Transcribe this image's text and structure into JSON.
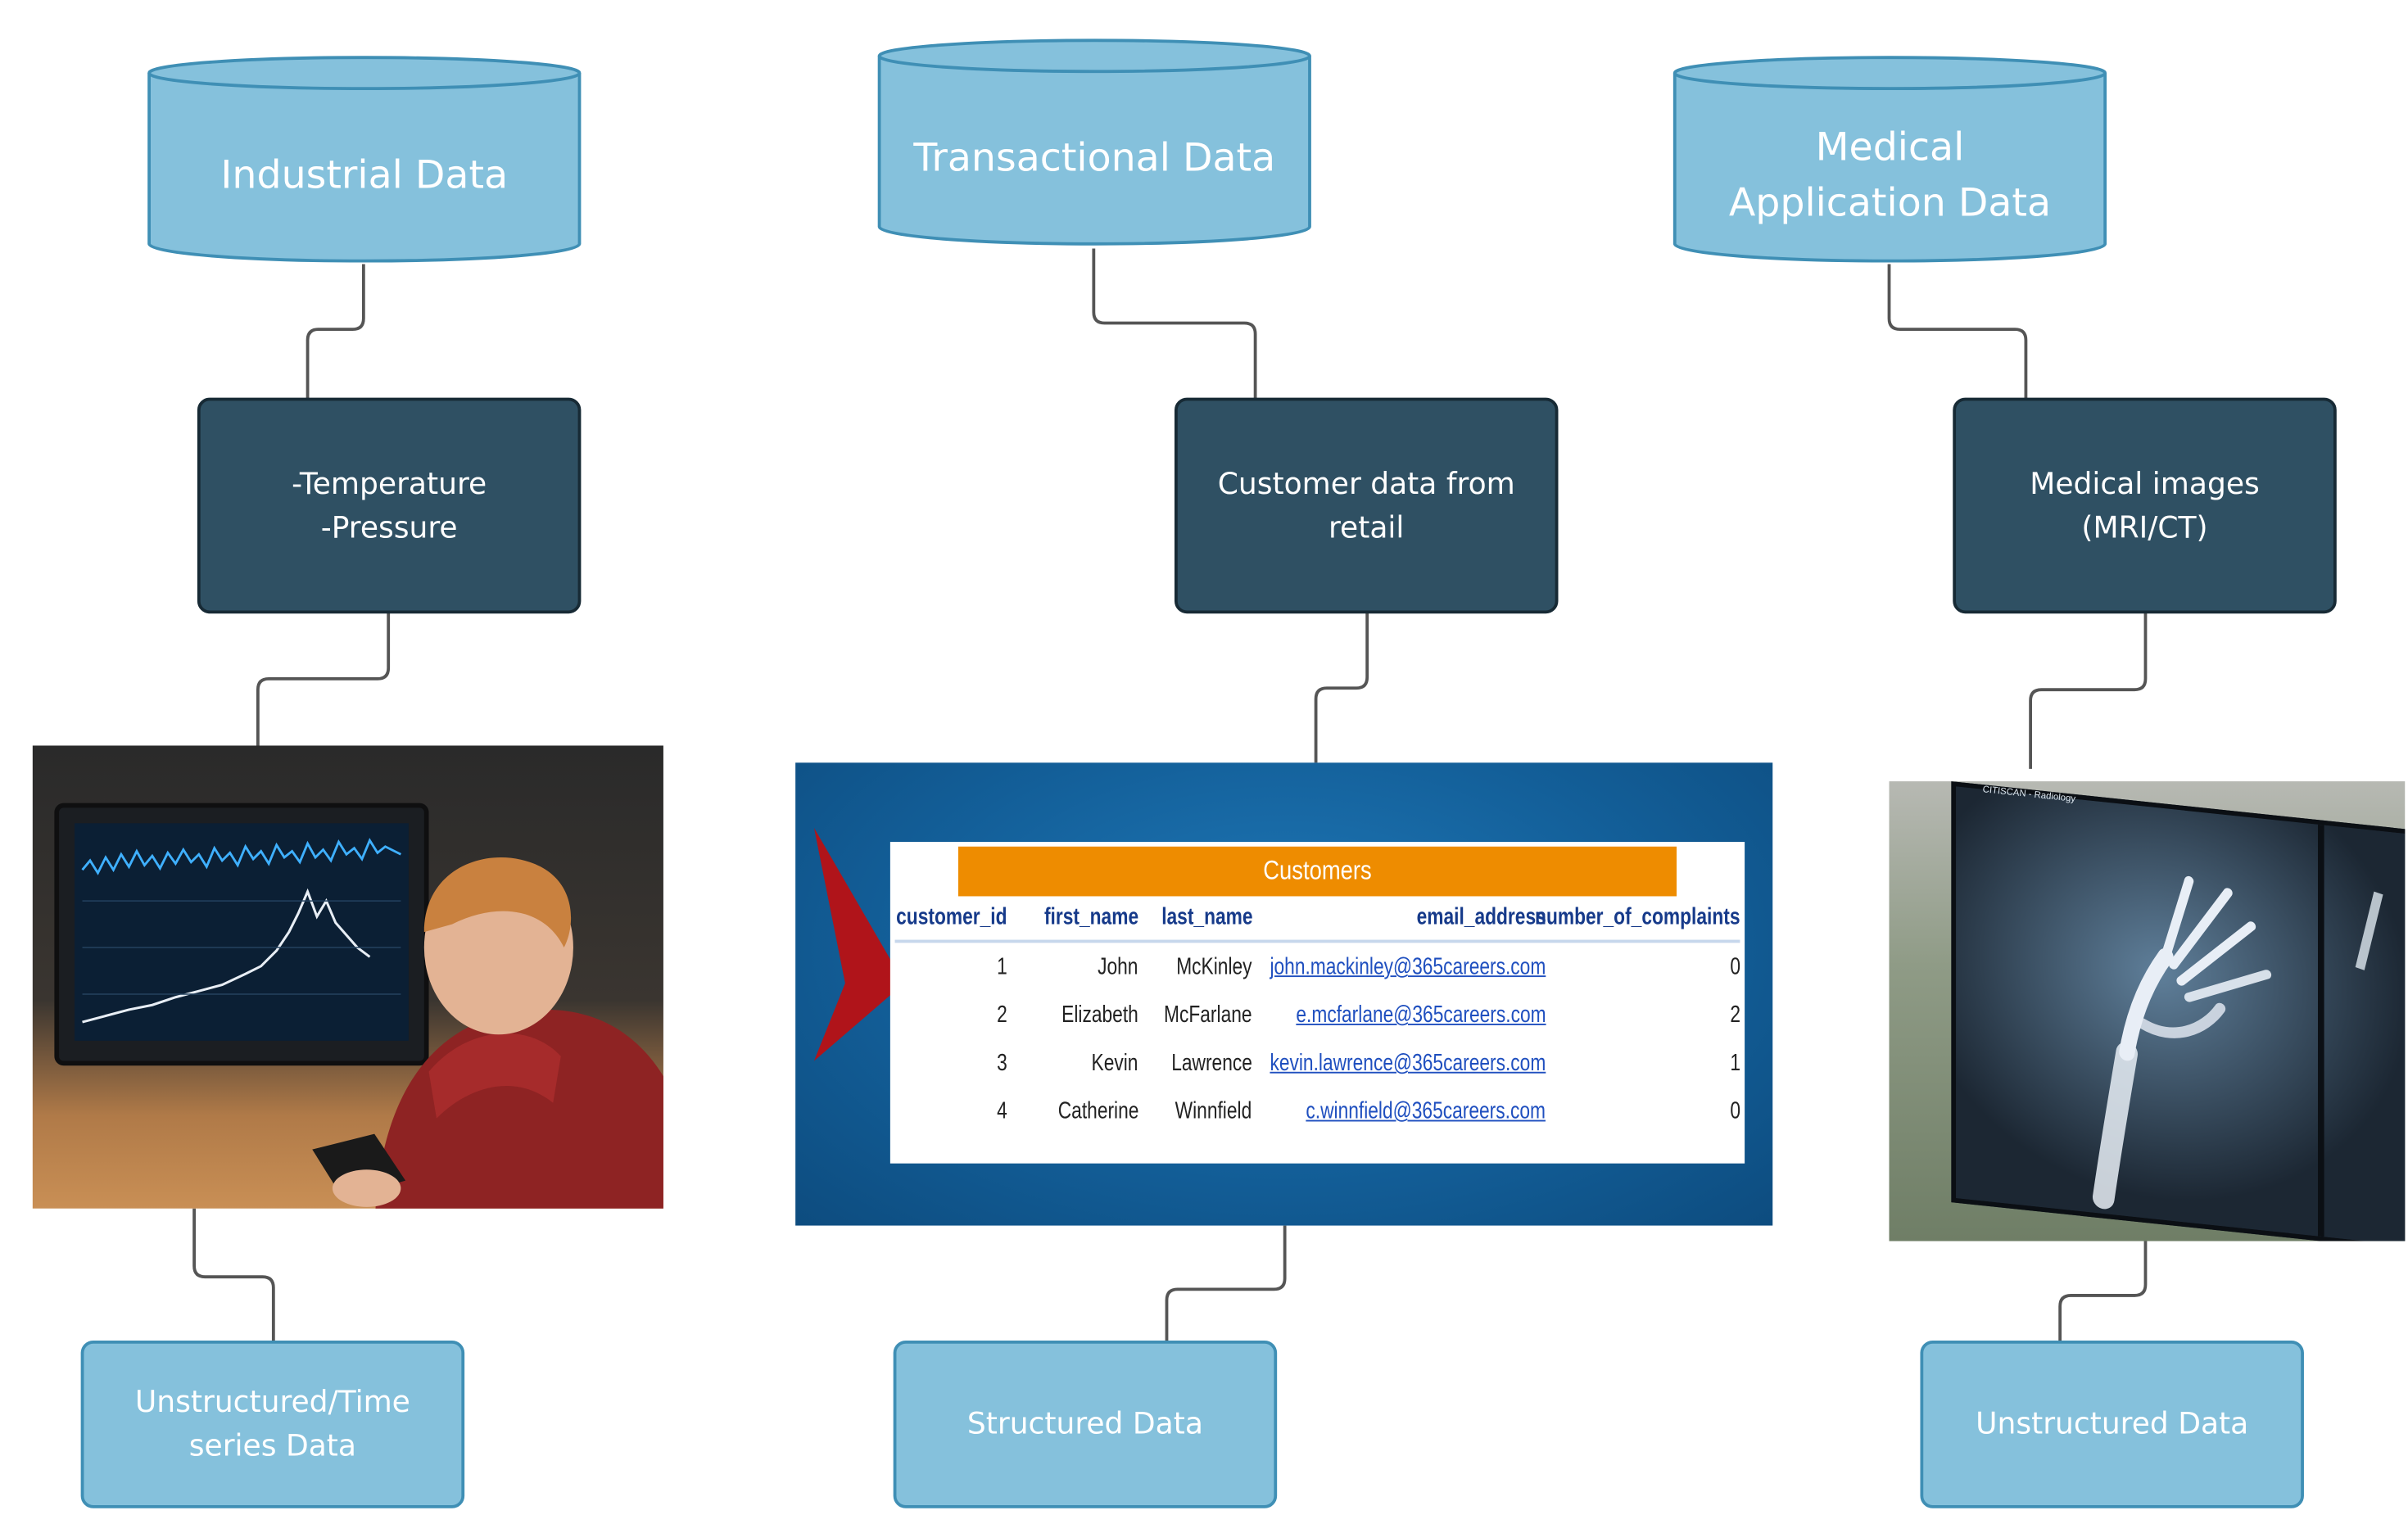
{
  "sources": [
    {
      "label": "Industrial Data"
    },
    {
      "label": "Transactional Data"
    },
    {
      "label": "Medical Application Data"
    }
  ],
  "examples": [
    {
      "lines": [
        "-Temperature",
        "-Pressure"
      ]
    },
    {
      "label": "Customer data from retail"
    },
    {
      "label": "Medical images (MRI/CT)"
    }
  ],
  "data_types": [
    {
      "label": "Unstructured/Time series Data"
    },
    {
      "label": "Structured Data"
    },
    {
      "label": "Unstructured Data"
    }
  ],
  "customers_table": {
    "title": "Customers",
    "columns": [
      "customer_id",
      "first_name",
      "last_name",
      "email_address",
      "number_of_complaints"
    ],
    "rows": [
      [
        "1",
        "John",
        "McKinley",
        "john.mackinley@365careers.com",
        "0"
      ],
      [
        "2",
        "Elizabeth",
        "McFarlane",
        "e.mcfarlane@365careers.com",
        "2"
      ],
      [
        "3",
        "Kevin",
        "Lawrence",
        "kevin.lawrence@365careers.com",
        "1"
      ],
      [
        "4",
        "Catherine",
        "Winnfield",
        "c.winnfield@365careers.com",
        "0"
      ]
    ]
  },
  "xray_header": "CITISCAN - Radiology",
  "colors": {
    "cylinder_fill": "#85c1dc",
    "cylinder_stroke": "#3f8fb5",
    "dark_box": "#2f5063",
    "light_box": "#85c1dc",
    "connector": "#555555",
    "table_header": "#ee8c00"
  }
}
